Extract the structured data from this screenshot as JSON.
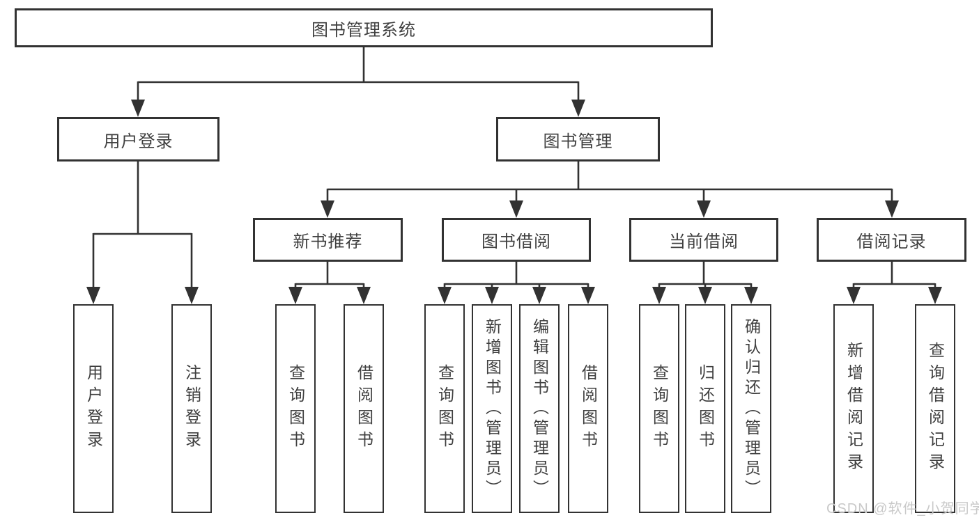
{
  "diagram": {
    "type": "hierarchy-tree",
    "line_color": "#323232",
    "box_border_color": "#323232",
    "text_color": "#3f3f3f",
    "background_color": "#ffffff"
  },
  "tree": {
    "label": "图书管理系统",
    "children": [
      {
        "label": "用户登录",
        "children": [
          {
            "label": "用户登录"
          },
          {
            "label": "注销登录"
          }
        ]
      },
      {
        "label": "图书管理",
        "children": [
          {
            "label": "新书推荐",
            "children": [
              {
                "label": "查询图书"
              },
              {
                "label": "借阅图书"
              }
            ]
          },
          {
            "label": "图书借阅",
            "children": [
              {
                "label": "查询图书"
              },
              {
                "label": "新增图书（管理员）"
              },
              {
                "label": "编辑图书（管理员）"
              },
              {
                "label": "借阅图书"
              }
            ]
          },
          {
            "label": "当前借阅",
            "children": [
              {
                "label": "查询图书"
              },
              {
                "label": "归还图书"
              },
              {
                "label": "确认归还（管理员）"
              }
            ]
          },
          {
            "label": "借阅记录",
            "children": [
              {
                "label": "新增借阅记录"
              },
              {
                "label": "查询借阅记录"
              }
            ]
          }
        ]
      }
    ]
  },
  "watermark": {
    "text": "CSDN @软件_小贺同学",
    "color": "#c9c9c9"
  }
}
